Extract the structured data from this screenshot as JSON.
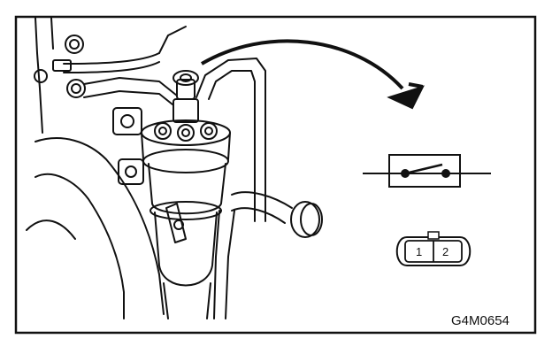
{
  "figure": {
    "code": "G4M0654",
    "connector_pins": [
      "1",
      "2"
    ],
    "colors": {
      "line": "#111111",
      "background": "#ffffff"
    }
  }
}
